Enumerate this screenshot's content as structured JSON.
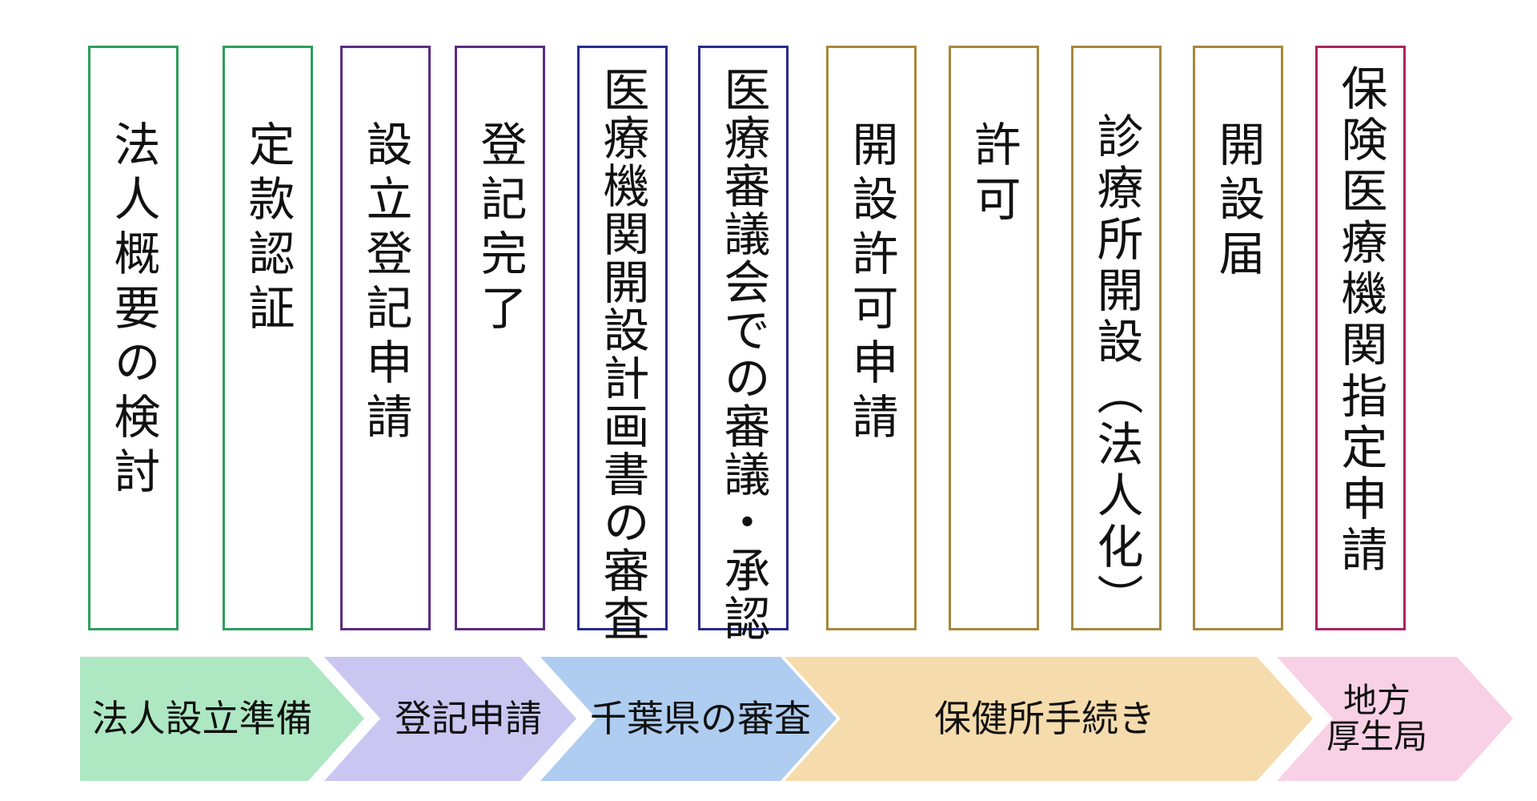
{
  "steps": [
    {
      "label": "法人概要の検討",
      "color": "#2e9e5b"
    },
    {
      "label": "定款認証",
      "color": "#2e9e5b"
    },
    {
      "label": "設立登記申請",
      "color": "#5b2c82"
    },
    {
      "label": "登記完了",
      "color": "#5b2c82"
    },
    {
      "label": "医療機関開設計画書の審査",
      "color": "#262a8f"
    },
    {
      "label": "医療審議会での審議・承認",
      "color": "#262a8f"
    },
    {
      "label": "開設許可申請",
      "color": "#a8873a"
    },
    {
      "label": "許可",
      "color": "#a8873a"
    },
    {
      "label": "診療所開設（法人化）",
      "color": "#a8873a"
    },
    {
      "label": "開設届",
      "color": "#a8873a"
    },
    {
      "label": "保険医療機関指定申請",
      "color": "#a8245e"
    }
  ],
  "phases": [
    {
      "label": "法人設立準備",
      "color": "#ade8c3"
    },
    {
      "label": "登記申請",
      "color": "#c9c7f2"
    },
    {
      "label": "千葉県の審査",
      "color": "#afcdf1"
    },
    {
      "label": "保健所手続き",
      "color": "#f6dcac"
    },
    {
      "line1": "地方",
      "line2": "厚生局",
      "color": "#f9d1e6"
    }
  ]
}
